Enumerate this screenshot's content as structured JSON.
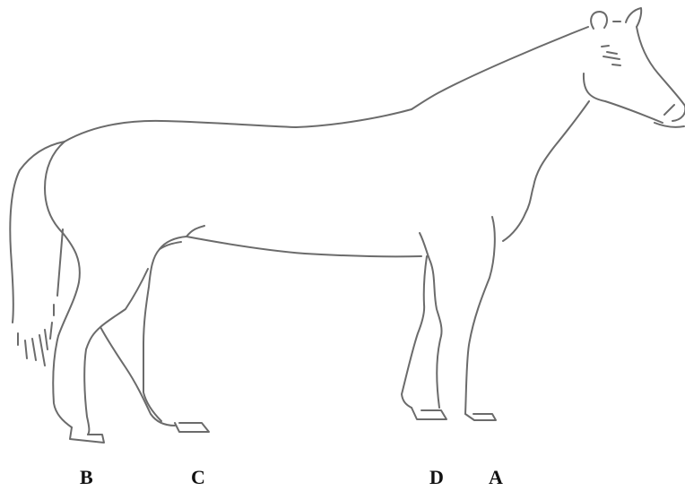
{
  "figure": {
    "subject": "horse-outline",
    "stroke_color": "#6b6b6b"
  },
  "labels": {
    "b": "B",
    "c": "C",
    "d": "D",
    "a": "A"
  }
}
